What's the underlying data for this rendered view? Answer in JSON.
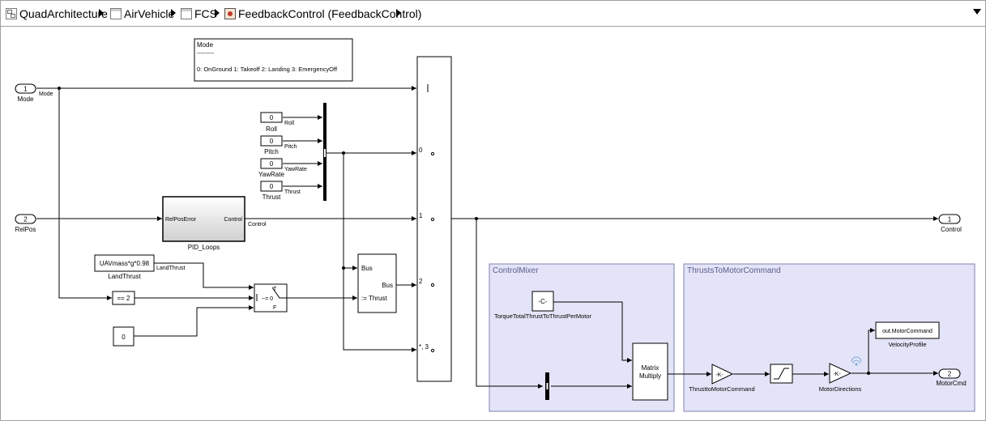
{
  "breadcrumb": [
    {
      "label": "QuadArchitecture",
      "icon": "model-icon"
    },
    {
      "label": "AirVehicle",
      "icon": "subsystem-icon"
    },
    {
      "label": "FCS",
      "icon": "subsystem-icon"
    },
    {
      "label": "FeedbackControl (FeedbackControl)",
      "icon": "stateflow-icon"
    }
  ],
  "annotation": {
    "title": "Mode",
    "dashes": "---------",
    "text": "0: OnGround 1: Takeoff 2: Landing 3: EmergencyOff"
  },
  "inports": {
    "mode": {
      "num": "1",
      "name": "Mode",
      "signal": "Mode"
    },
    "relpos": {
      "num": "2",
      "name": "RelPos"
    }
  },
  "constants": {
    "roll": {
      "value": "0",
      "name": "Roll",
      "signal": "Roll"
    },
    "pitch": {
      "value": "0",
      "name": "Pitch",
      "signal": "Pitch"
    },
    "yawrate": {
      "value": "0",
      "name": "YawRate",
      "signal": "YawRate"
    },
    "thrust": {
      "value": "0",
      "name": "Thrust",
      "signal": "Thrust"
    },
    "landthrust": {
      "value": "UAVmass*g*0.98",
      "name": "LandThrust",
      "signal": "LandThrust"
    },
    "zero": {
      "value": "0"
    }
  },
  "pid": {
    "name": "PID_Loops",
    "in_port": "RelPosError",
    "out_port": "Control",
    "signal": "Control"
  },
  "compare": {
    "label": "== 2"
  },
  "switch": {
    "t": "T",
    "cond": "~= 0",
    "f": "F"
  },
  "bus_assign": {
    "in_bus": "Bus",
    "in_thrust": ":= Thrust",
    "out_bus": "Bus"
  },
  "multiport": {
    "ports": [
      "0",
      "1",
      "2",
      "*, 3"
    ]
  },
  "outports": {
    "control": {
      "num": "1",
      "name": "Control"
    },
    "motorcmd": {
      "num": "2",
      "name": "MotorCmd"
    }
  },
  "control_mixer": {
    "title": "ControlMixer",
    "const_value": "-C-",
    "const_name": "TorqueTotalThrustToThrustPerMotor",
    "matrix_line1": "Matrix",
    "matrix_line2": "Multiply"
  },
  "thrusts_to_motor": {
    "title": "ThrustsToMotorCommand",
    "gain1_value": "-K-",
    "gain1_name": "ThrusttoMotorCommand",
    "gain2_value": "-K-",
    "gain2_name": "MotorDirections",
    "todisp_value": "out.MotorCommand",
    "todisp_name": "VelocityProfile"
  },
  "colors": {
    "area_fill": "#e4e4f8",
    "area_border": "#8080b0",
    "area_title": "#5a5a8a"
  }
}
